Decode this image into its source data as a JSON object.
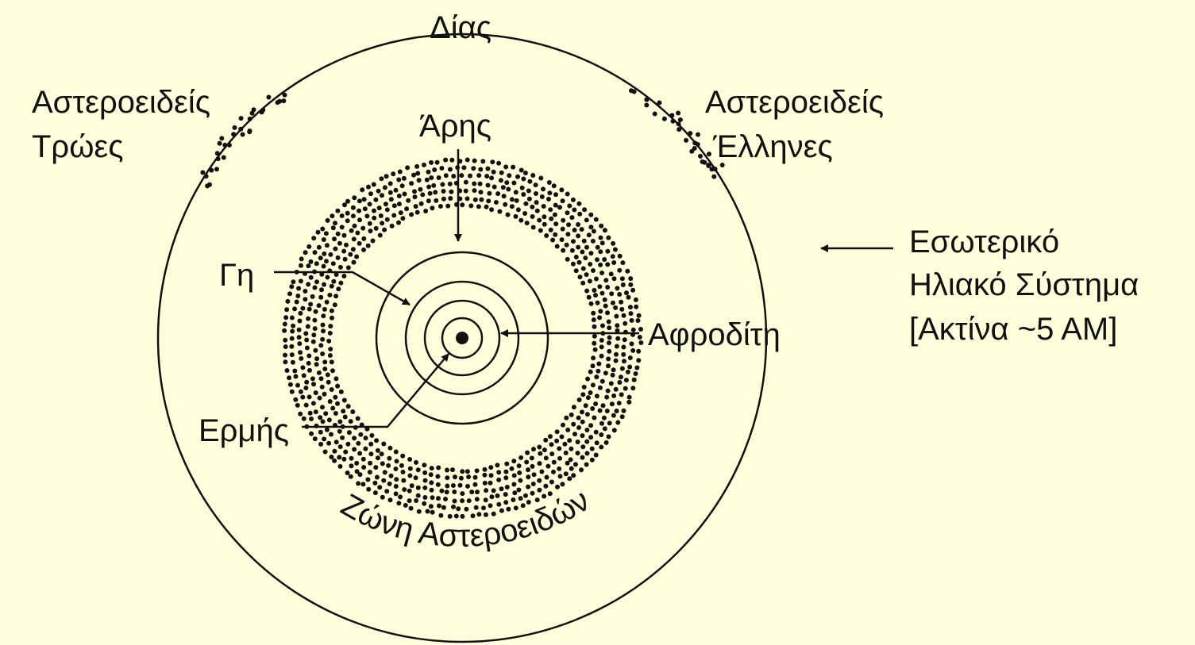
{
  "labels": {
    "jupiter": "Δίας",
    "trojans_line1": "Αστεροειδείς",
    "trojans_line2": "Τρώες",
    "greeks_line1": "Αστεροειδείς",
    "greeks_line2": "Έλληνες",
    "mars": "Άρης",
    "earth": "Γη",
    "venus": "Αφροδίτη",
    "mercury": "Ερμής",
    "belt": "Ζώνη Αστεροειδών",
    "inner_line1": "Εσωτερικό",
    "inner_line2": "Ηλιακό Σύστημα",
    "inner_line3": "[Ακτίνα ~5 ΑΜ]"
  },
  "colors": {
    "background": "#FFFFDC",
    "ink": "#111111"
  }
}
